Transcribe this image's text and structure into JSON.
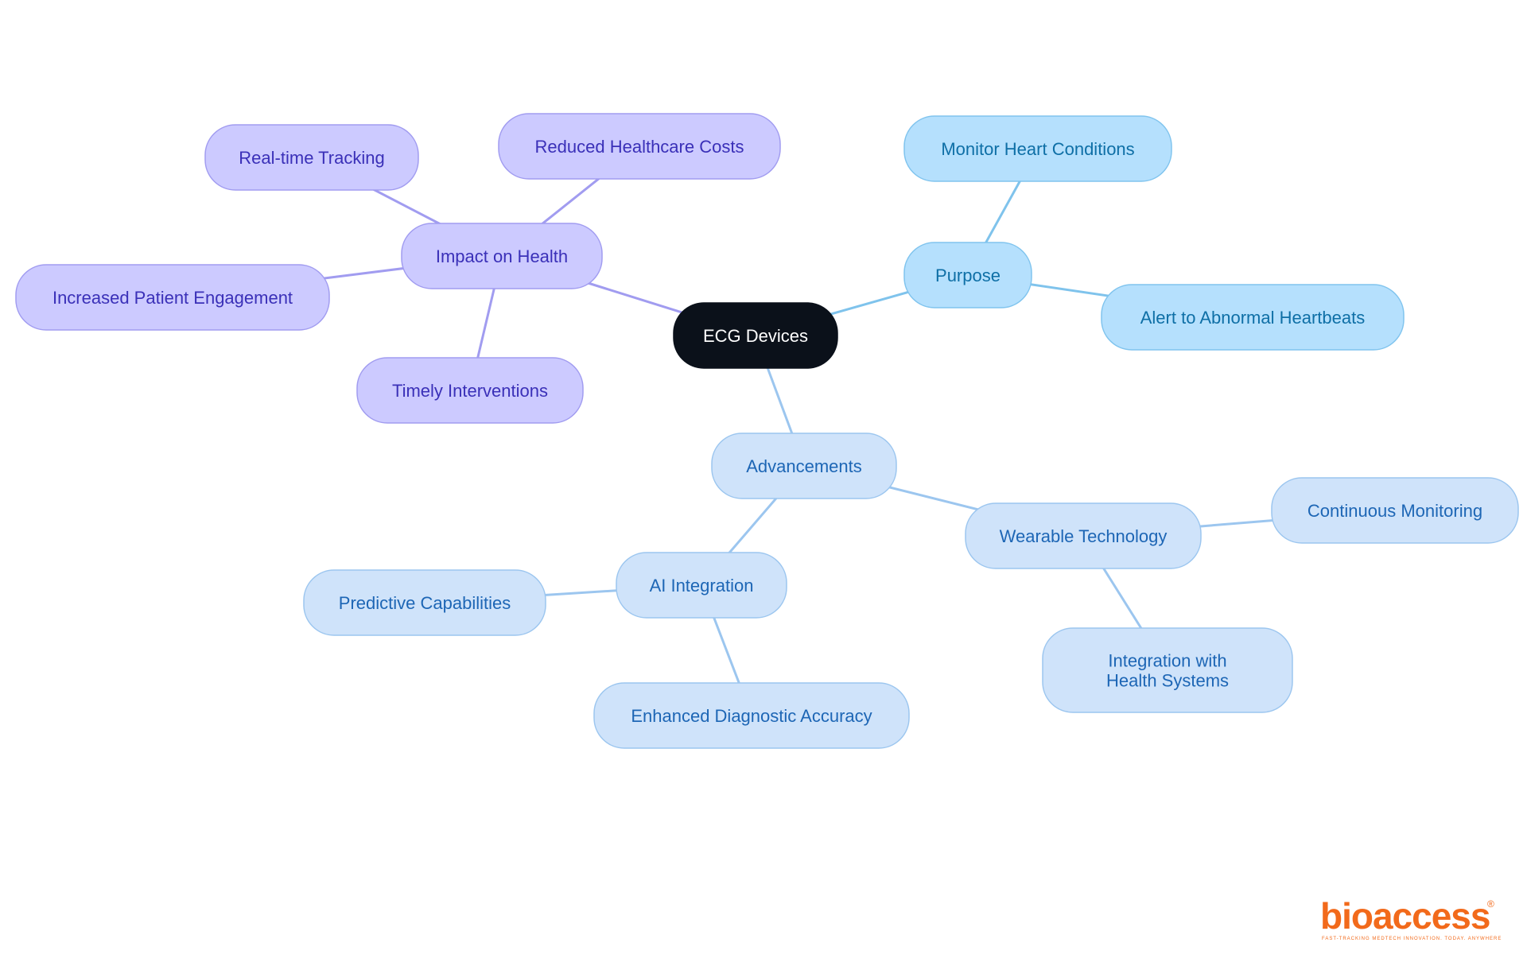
{
  "root": {
    "id": "root",
    "label": "ECG Devices"
  },
  "branches": [
    {
      "id": "impact",
      "label": "Impact on Health",
      "theme": "purple",
      "children": [
        {
          "id": "realtime",
          "label": "Real-time Tracking"
        },
        {
          "id": "costs",
          "label": "Reduced Healthcare Costs"
        },
        {
          "id": "engagement",
          "label": "Increased Patient Engagement"
        },
        {
          "id": "timely",
          "label": "Timely Interventions"
        }
      ]
    },
    {
      "id": "purpose",
      "label": "Purpose",
      "theme": "sky",
      "children": [
        {
          "id": "monitor",
          "label": "Monitor Heart Conditions"
        },
        {
          "id": "alert",
          "label": "Alert to Abnormal Heartbeats"
        }
      ]
    },
    {
      "id": "advancements",
      "label": "Advancements",
      "theme": "blue",
      "children": [
        {
          "id": "ai",
          "label": "AI Integration",
          "children": [
            {
              "id": "predictive",
              "label": "Predictive Capabilities"
            },
            {
              "id": "diagnostic",
              "label": "Enhanced Diagnostic Accuracy"
            }
          ]
        },
        {
          "id": "wearable",
          "label": "Wearable Technology",
          "children": [
            {
              "id": "continuous",
              "label": "Continuous Monitoring"
            },
            {
              "id": "integration",
              "label": "Integration with Health Systems"
            }
          ]
        }
      ]
    }
  ],
  "colors": {
    "root_fill": "#0b111a",
    "root_text": "#ffffff",
    "purple_fill": "#cccaff",
    "purple_stroke": "#a19cf0",
    "purple_text": "#3a30b8",
    "purple_line": "#a19cf0",
    "sky_fill": "#b5e0fd",
    "sky_stroke": "#80c4ee",
    "sky_text": "#0e6fa6",
    "sky_line": "#7fc3ec",
    "blue_fill": "#cfe3fa",
    "blue_stroke": "#9cc6ef",
    "blue_text": "#1d66b5",
    "blue_line": "#9cc6ef",
    "logo": "#f26a1b"
  },
  "logo": {
    "name": "bioaccess",
    "registered": "®",
    "tagline": "FAST-TRACKING MEDTECH INNOVATION. TODAY. ANYWHERE"
  }
}
